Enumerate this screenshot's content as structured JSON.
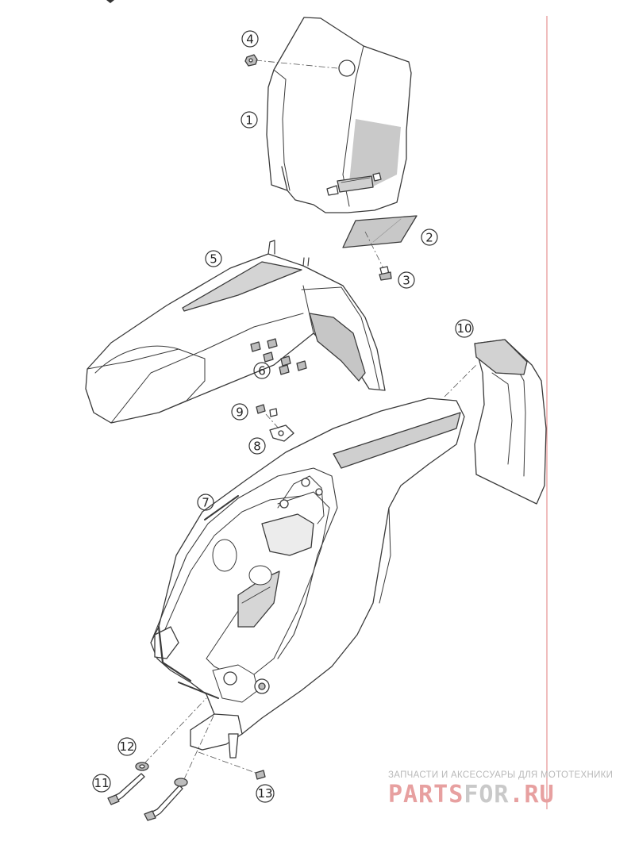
{
  "diagram": {
    "callouts": [
      {
        "id": "c1",
        "label": "1"
      },
      {
        "id": "c2",
        "label": "2"
      },
      {
        "id": "c3",
        "label": "3"
      },
      {
        "id": "c4",
        "label": "4"
      },
      {
        "id": "c5",
        "label": "5"
      },
      {
        "id": "c6",
        "label": "6"
      },
      {
        "id": "c7",
        "label": "7"
      },
      {
        "id": "c8",
        "label": "8"
      },
      {
        "id": "c9",
        "label": "9"
      },
      {
        "id": "c10",
        "label": "10"
      },
      {
        "id": "c11",
        "label": "11"
      },
      {
        "id": "c12",
        "label": "12"
      },
      {
        "id": "c13",
        "label": "13"
      }
    ]
  },
  "watermark": {
    "caption": "ЗАПЧАСТИ И АКСЕССУАРЫ ДЛЯ МОТОТЕХНИКИ",
    "logo_a": "PARTS",
    "logo_b": "FOR",
    "logo_c": ".RU"
  },
  "colors": {
    "line": "#3a3a3a",
    "shade": "#bdbdbd",
    "margin_rule": "#e79a9a",
    "watermark_red": "#e7a0a0",
    "watermark_gray": "#c9c9c9"
  }
}
